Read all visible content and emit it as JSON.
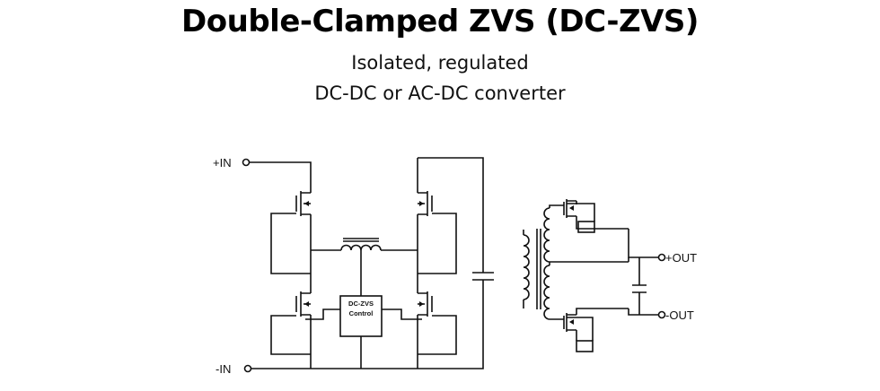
{
  "header": {
    "title": "Double-Clamped ZVS (DC-ZVS)",
    "subtitle_line1": "Isolated, regulated",
    "subtitle_line2": "DC-DC or AC-DC converter"
  },
  "schematic": {
    "terminals": {
      "plus_in": "+IN",
      "minus_in": "-IN",
      "plus_out": "+OUT",
      "minus_out": "-OUT"
    },
    "controller": {
      "line1": "DC-ZVS",
      "line2": "Control"
    }
  }
}
